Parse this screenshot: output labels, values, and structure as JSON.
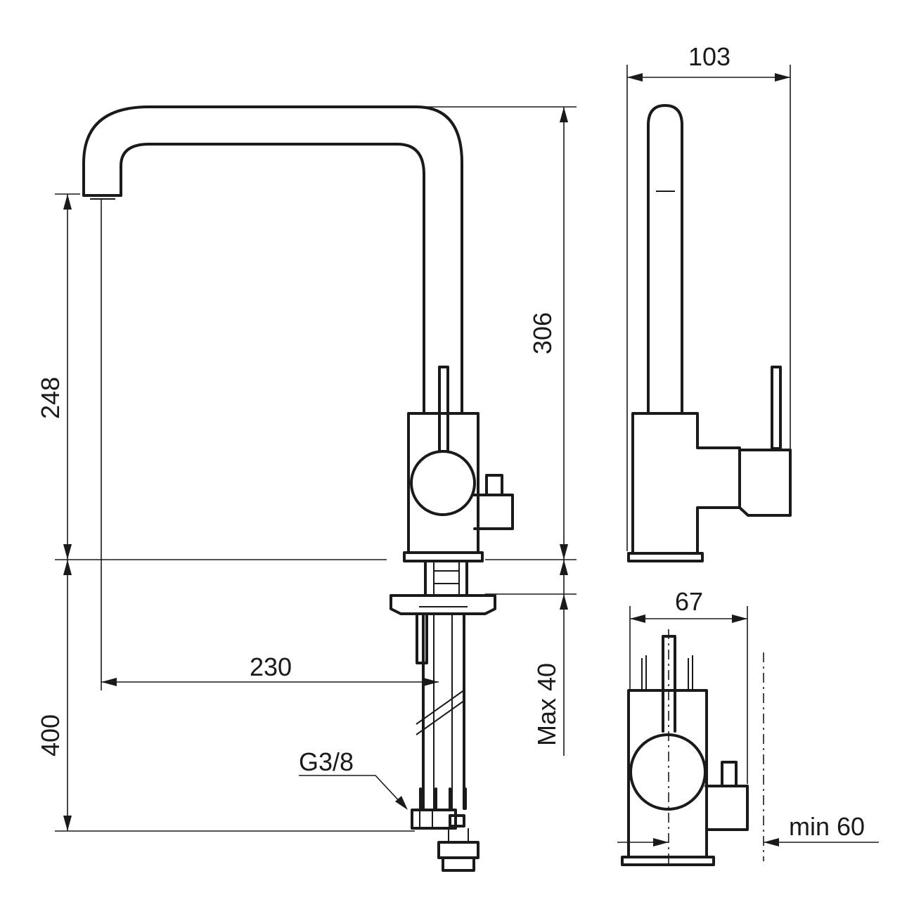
{
  "dimensions": {
    "side_width": "103",
    "total_height": "306",
    "spout_height": "248",
    "reach": "230",
    "hose_length": "400",
    "max_deck": "Max 40",
    "connection": "G3/8",
    "front_width": "67",
    "min_clearance": "min 60"
  }
}
